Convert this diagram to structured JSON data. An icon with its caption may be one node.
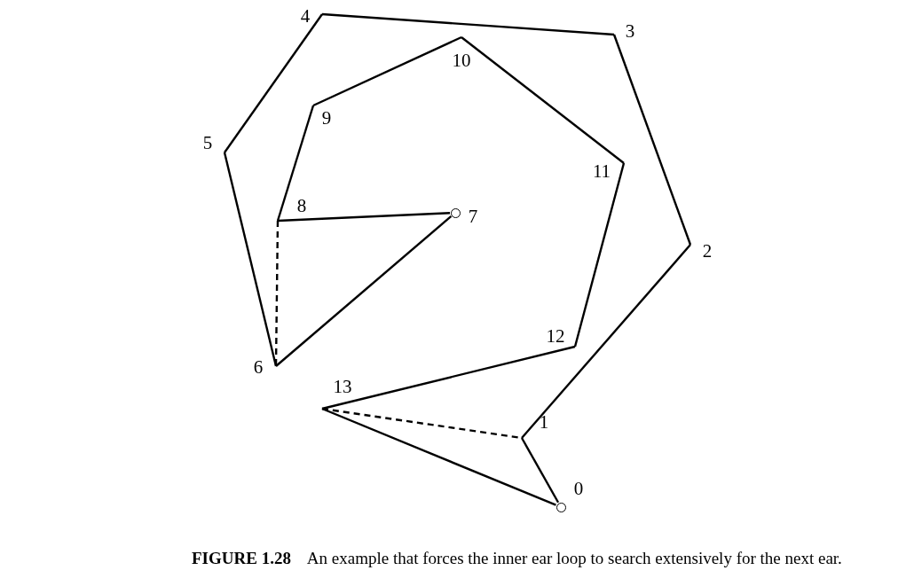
{
  "diagram": {
    "caption": "**FIGURE 1.28**    An example that forces the inner ear loop to search extensively for the next ear.",
    "nodes": [
      {
        "text": [
          "0"
        ]
      },
      {
        "text": [
          "1"
        ]
      },
      {
        "text": [
          "2"
        ]
      },
      {
        "text": [
          "3"
        ]
      },
      {
        "text": [
          "4"
        ]
      },
      {
        "text": [
          "5"
        ]
      },
      {
        "text": [
          "6"
        ]
      },
      {
        "text": [
          "7"
        ]
      },
      {
        "text": [
          "8"
        ]
      },
      {
        "text": [
          "9"
        ]
      },
      {
        "text": [
          "10"
        ]
      },
      {
        "text": [
          "11"
        ]
      },
      {
        "text": [
          "12"
        ]
      },
      {
        "text": [
          "13"
        ]
      }
    ],
    "edges": [
      {
        "from": 0,
        "to": 1,
        "arrow": "none"
      },
      {
        "from": 1,
        "to": 2,
        "arrow": "none"
      },
      {
        "from": 2,
        "to": 3,
        "arrow": "none"
      },
      {
        "from": 3,
        "to": 4,
        "arrow": "none"
      },
      {
        "from": 4,
        "to": 5,
        "arrow": "none"
      },
      {
        "from": 5,
        "to": 6,
        "arrow": "none"
      },
      {
        "from": 6,
        "to": 7,
        "arrow": "none"
      },
      {
        "from": 7,
        "to": 8,
        "arrow": "none"
      },
      {
        "from": 8,
        "to": 9,
        "arrow": "none"
      },
      {
        "from": 9,
        "to": 10,
        "arrow": "none"
      },
      {
        "from": 10,
        "to": 11,
        "arrow": "none"
      },
      {
        "from": 11,
        "to": 12,
        "arrow": "none"
      },
      {
        "from": 12,
        "to": 13,
        "arrow": "none"
      },
      {
        "from": 13,
        "to": 0,
        "arrow": "none"
      },
      {
        "from": 8,
        "to": 6,
        "arrow": "none",
        "style": "dashed"
      },
      {
        "from": 13,
        "to": 1,
        "arrow": "none",
        "style": "dashed"
      }
    ]
  }
}
